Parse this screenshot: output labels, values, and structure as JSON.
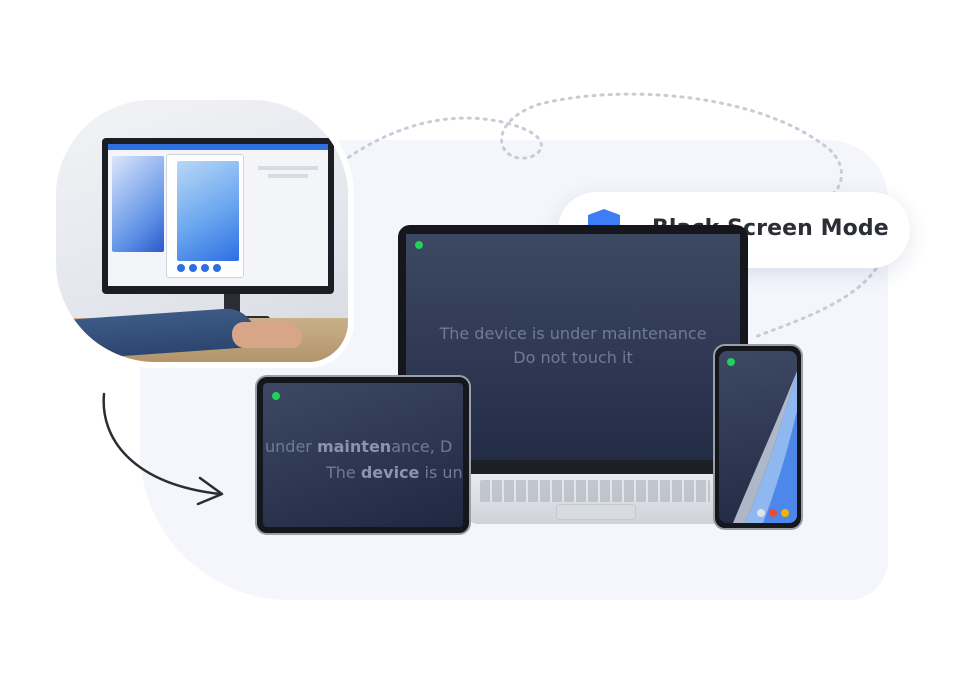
{
  "badge": {
    "label": "Black Screen Mode",
    "icon": "shield-eye-closed-check-icon",
    "accent": "#3d7ef5"
  },
  "laptop": {
    "line1": "The device is under maintenance",
    "line2": "Do not touch it",
    "status_color": "#22d05b"
  },
  "tablet": {
    "line1_pre": "under ",
    "line1_bold": "mainten",
    "line1_post": "ance, D",
    "line2_pre": "The ",
    "line2_bold": "device",
    "line2_post": " is und"
  },
  "colors": {
    "screen_top": "#3d4863",
    "screen_bottom": "#232c45",
    "screen_text": "#6f7b95",
    "status_dot": "#22d05b",
    "background_blob": "#f4f6fc"
  }
}
